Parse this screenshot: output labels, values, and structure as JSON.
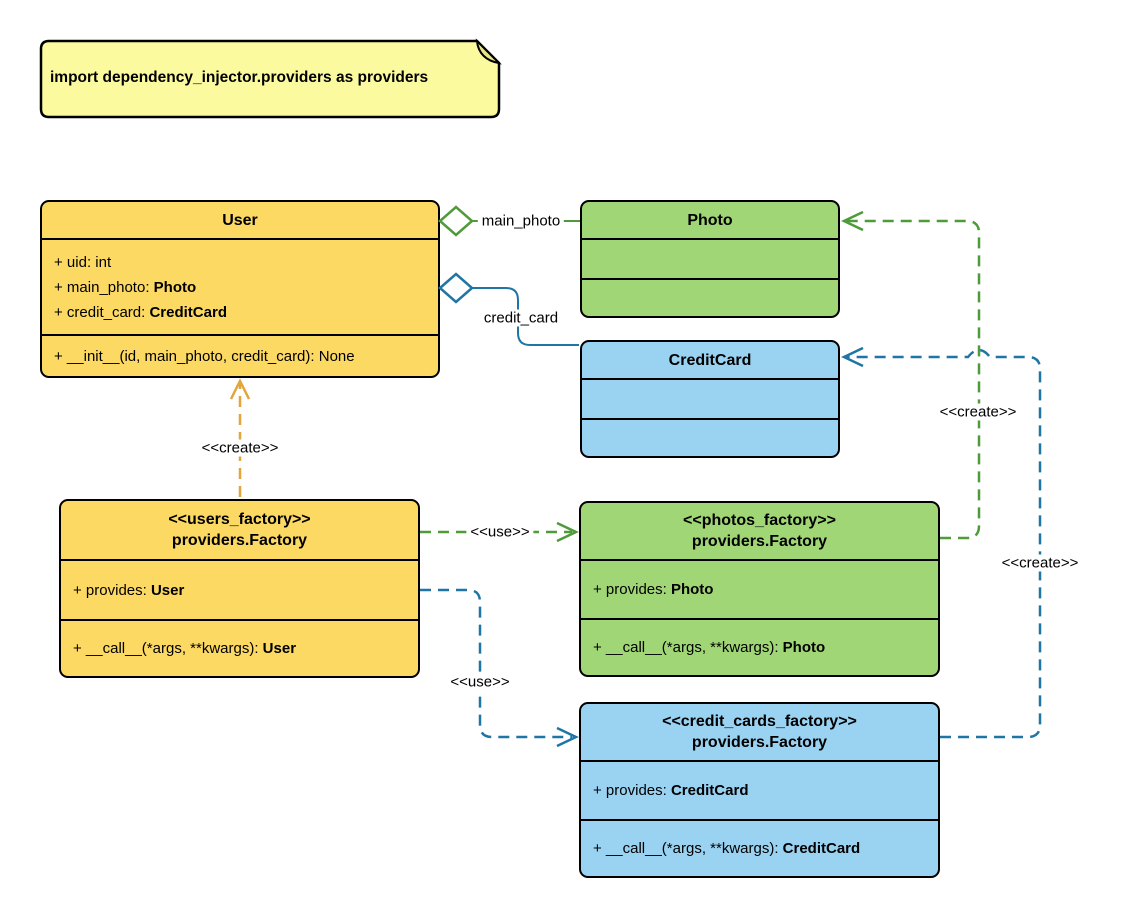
{
  "note": {
    "text": "import dependency_injector.providers as providers"
  },
  "colors": {
    "yellow_fill": "#fcd963",
    "green_fill": "#a0d676",
    "blue_fill": "#9ad2f2",
    "note_fill": "#fcfa9f",
    "note_fold": "#e8e48b",
    "green_line": "#4f9a39",
    "blue_line": "#1f75a4",
    "orange_line": "#e2a53c",
    "border": "#000000"
  },
  "classes": {
    "user": {
      "title": "User",
      "attributes": [
        {
          "prefix": "+ uid: int",
          "type": ""
        },
        {
          "prefix": "+ main_photo: ",
          "type": "Photo"
        },
        {
          "prefix": "+ credit_card: ",
          "type": "CreditCard"
        }
      ],
      "methods": [
        {
          "prefix": "+ __init__(id, main_photo, credit_card): None",
          "type": ""
        }
      ]
    },
    "photo": {
      "title": "Photo"
    },
    "credit_card": {
      "title": "CreditCard"
    },
    "users_factory": {
      "stereotype": "<<users_factory>>",
      "title": "providers.Factory",
      "attributes": [
        {
          "prefix": "+ provides: ",
          "type": "User"
        }
      ],
      "methods": [
        {
          "prefix": "+ __call__(*args, **kwargs): ",
          "type": "User"
        }
      ]
    },
    "photos_factory": {
      "stereotype": "<<photos_factory>>",
      "title": "providers.Factory",
      "attributes": [
        {
          "prefix": "+ provides: ",
          "type": "Photo"
        }
      ],
      "methods": [
        {
          "prefix": "+ __call__(*args, **kwargs): ",
          "type": "Photo"
        }
      ]
    },
    "credit_cards_factory": {
      "stereotype": "<<credit_cards_factory>>",
      "title": "providers.Factory",
      "attributes": [
        {
          "prefix": "+ provides: ",
          "type": "CreditCard"
        }
      ],
      "methods": [
        {
          "prefix": "+ __call__(*args, **kwargs): ",
          "type": "CreditCard"
        }
      ]
    }
  },
  "edges": {
    "main_photo": {
      "label": "main_photo"
    },
    "credit_card": {
      "label": "credit_card"
    },
    "user_create": {
      "label": "<<create>>"
    },
    "photos_use": {
      "label": "<<use>>"
    },
    "credit_cards_use": {
      "label": "<<use>>"
    },
    "photo_create": {
      "label": "<<create>>"
    },
    "credit_card_create": {
      "label": "<<create>>"
    }
  }
}
